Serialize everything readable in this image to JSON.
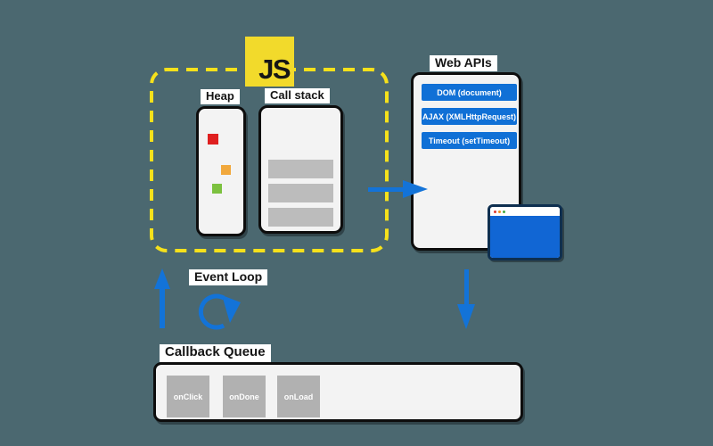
{
  "background_color": "#4b6870",
  "js_logo": {
    "text": "JS",
    "bg_color": "#f2da2b"
  },
  "runtime": {
    "heap": {
      "label": "Heap",
      "objects": [
        {
          "name": "red-object",
          "color": "#df1f1f"
        },
        {
          "name": "orange-object",
          "color": "#f1a83c"
        },
        {
          "name": "green-object",
          "color": "#7cc13f"
        }
      ]
    },
    "call_stack": {
      "label": "Call stack",
      "frame_count": 3,
      "frame_color": "#bcbcbc"
    }
  },
  "web_apis": {
    "label": "Web APIs",
    "items": [
      "DOM (document)",
      "AJAX (XMLHttpRequest)",
      "Timeout (setTimeout)"
    ],
    "item_color": "#1070d6"
  },
  "event_loop": {
    "label": "Event Loop"
  },
  "callback_queue": {
    "label": "Callback Queue",
    "items": [
      "onClick",
      "onDone",
      "onLoad"
    ],
    "item_color": "#b1b1b1"
  },
  "browser_window": {
    "body_color": "#1166d4",
    "dot_colors": [
      "#e03a2f",
      "#ef8f1f",
      "#46a943"
    ]
  },
  "accent_colors": {
    "arrow_blue": "#1373d8",
    "dashed_border_yellow": "#f6e11b"
  }
}
